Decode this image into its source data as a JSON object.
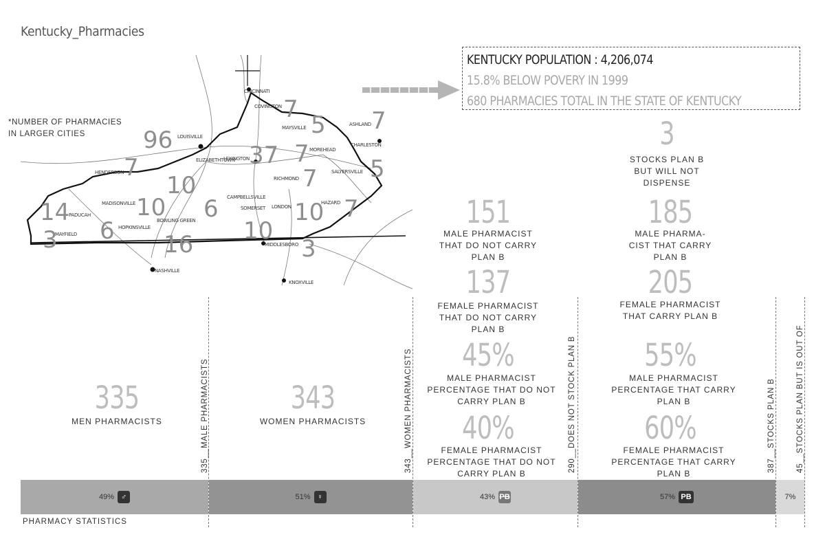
{
  "title": "Kentucky_Pharmacies",
  "map": {
    "label_lines": [
      "*NUMBER OF PHARMACIES",
      "IN LARGER CITIES"
    ],
    "numbers": [
      {
        "v": "96",
        "id": "louisville"
      },
      {
        "v": "7",
        "id": "covington"
      },
      {
        "v": "5",
        "id": "maysville"
      },
      {
        "v": "7",
        "id": "ashland"
      },
      {
        "v": "37",
        "id": "lexington"
      },
      {
        "v": "7",
        "id": "morehead"
      },
      {
        "v": "7",
        "id": "richmond"
      },
      {
        "v": "5",
        "id": "pikeville"
      },
      {
        "v": "10",
        "id": "elizabethtown"
      },
      {
        "v": "10",
        "id": "madisonville"
      },
      {
        "v": "7",
        "id": "henderson"
      },
      {
        "v": "14",
        "id": "paducah"
      },
      {
        "v": "3",
        "id": "mayfield"
      },
      {
        "v": "6",
        "id": "hopkinsville"
      },
      {
        "v": "16",
        "id": "bowling-green"
      },
      {
        "v": "6",
        "id": "campbellsville"
      },
      {
        "v": "10",
        "id": "london"
      },
      {
        "v": "7",
        "id": "hazard"
      },
      {
        "v": "10",
        "id": "somerset"
      },
      {
        "v": "3",
        "id": "middlesboro"
      }
    ],
    "cities": [
      "CINCINNATI",
      "COVINGTON",
      "MAYSVILLE",
      "ASHLAND",
      "CHARLESTON",
      "MOREHEAD",
      "LOUISVILLE",
      "LEXINGTON",
      "RICHMOND",
      "SALYERSVILLE",
      "HENDERSON",
      "ELIZABETHTOWN",
      "MADISONVILLE",
      "PADUCAH",
      "MAYFIELD",
      "HOPKINSVILLE",
      "BOWLING GREEN",
      "CAMPBELLSVILLE",
      "SOMERSET",
      "LONDON",
      "HAZARD",
      "MIDDLESBORO",
      "NASHVILLE",
      "KNOXVILLE"
    ]
  },
  "info": {
    "population": "KENTUCKY POPULATION : 4,206,074",
    "poverty": "15.8% BELOW POVERY IN 1999",
    "total": "680 PHARMACIES TOTAL IN THE STATE OF KENTUCKY"
  },
  "stats": {
    "stocks_not_dispense": {
      "num": "3",
      "lines": [
        "STOCKS PLAN B",
        "BUT WILL NOT",
        "DISPENSE"
      ]
    },
    "male_not_carry": {
      "num": "151",
      "lines": [
        "MALE PHARMACIST",
        "THAT DO NOT CARRY",
        "PLAN B"
      ]
    },
    "male_carry": {
      "num": "185",
      "lines": [
        "MALE PHARMA-",
        "CIST THAT CARRY",
        "PLAN B"
      ]
    },
    "female_not_carry": {
      "num": "137",
      "lines": [
        "FEMALE PHARMACIST",
        "THAT DO NOT CARRY",
        "PLAN B"
      ]
    },
    "female_carry": {
      "num": "205",
      "lines": [
        "FEMALE PHARMACIST",
        "THAT CARRY PLAN B"
      ]
    },
    "male_pct_not": {
      "num": "45%",
      "lines": [
        "MALE PHARMACIST",
        "PERCENTAGE THAT DO NOT",
        "CARRY PLAN B"
      ]
    },
    "male_pct_carry": {
      "num": "55%",
      "lines": [
        "MALE PHARMACIST",
        "PERCENTAGE THAT CARRY",
        "PLAN B"
      ]
    },
    "female_pct_not": {
      "num": "40%",
      "lines": [
        "FEMALE PHARMACIST",
        "PERCENTAGE THAT DO NOT",
        "CARRY PLAN B"
      ]
    },
    "female_pct_carry": {
      "num": "60%",
      "lines": [
        "FEMALE PHARMACIST",
        "PERCENTAGE THAT CARRY",
        "PLAN B"
      ]
    },
    "men": {
      "num": "335",
      "label": "MEN PHARMACISTS"
    },
    "women": {
      "num": "343",
      "label": "WOMEN PHARMACISTS"
    }
  },
  "vertical_labels": [
    "335__MALE PHARMACISTS",
    "343__WOMEN PHARMACISTS",
    "290__DOES NOT STOCK PLAN B",
    "387__STOCKS PLAN B",
    "45__STOCKS PLAN BUT IS OUT OF"
  ],
  "chart_data": {
    "type": "bar",
    "orientation": "horizontal-stacked",
    "segments": [
      {
        "name": "MALE PHARMACISTS",
        "pct_label": "49%",
        "icon": "male-icon",
        "color": "#a9a9a9"
      },
      {
        "name": "WOMEN PHARMACISTS",
        "pct_label": "51%",
        "icon": "female-icon",
        "color": "#939393"
      },
      {
        "name": "DOES NOT STOCK PLAN B",
        "pct_label": "43%",
        "icon": "no-planb-icon",
        "color": "#c8c8c8"
      },
      {
        "name": "STOCKS PLAN B",
        "pct_label": "57%",
        "icon": "planb-icon",
        "color": "#8c8c8c"
      },
      {
        "name": "STOCKS PLAN BUT IS OUT OF",
        "pct_label": "7%",
        "icon": "",
        "color": "#d9d9d9"
      }
    ]
  },
  "footer": "PHARMACY STATISTICS"
}
